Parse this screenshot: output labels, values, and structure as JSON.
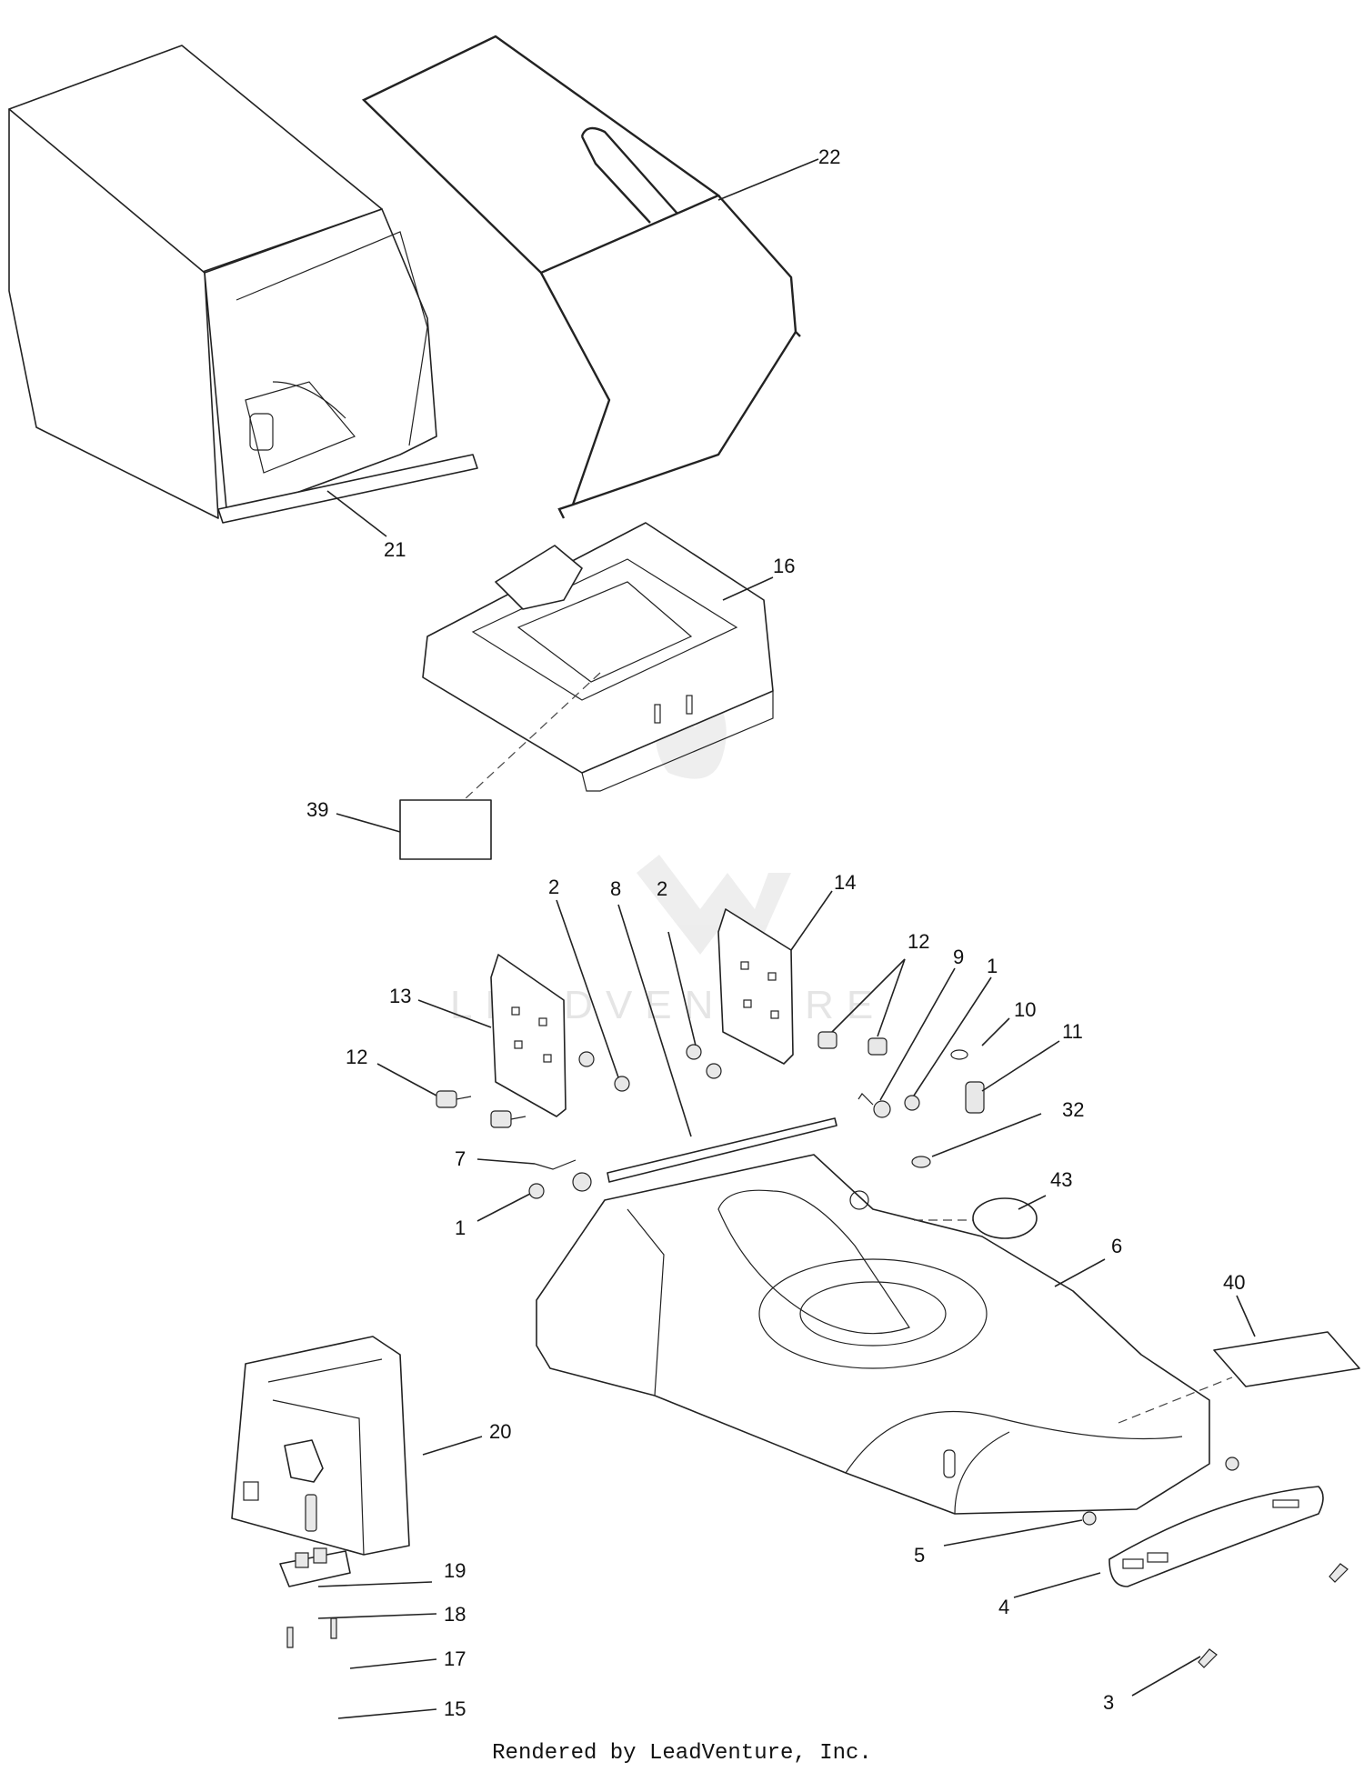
{
  "footer": "Rendered by LeadVenture, Inc.",
  "watermark": "LEADVENTURE",
  "callouts": [
    {
      "id": "c21",
      "label": "21"
    },
    {
      "id": "c22",
      "label": "22"
    },
    {
      "id": "c16",
      "label": "16"
    },
    {
      "id": "c39",
      "label": "39"
    },
    {
      "id": "c2a",
      "label": "2"
    },
    {
      "id": "c8",
      "label": "8"
    },
    {
      "id": "c2b",
      "label": "2"
    },
    {
      "id": "c14",
      "label": "14"
    },
    {
      "id": "c12a",
      "label": "12"
    },
    {
      "id": "c9",
      "label": "9"
    },
    {
      "id": "c1a",
      "label": "1"
    },
    {
      "id": "c13",
      "label": "13"
    },
    {
      "id": "c10",
      "label": "10"
    },
    {
      "id": "c11",
      "label": "11"
    },
    {
      "id": "c12b",
      "label": "12"
    },
    {
      "id": "c32",
      "label": "32"
    },
    {
      "id": "c7",
      "label": "7"
    },
    {
      "id": "c43",
      "label": "43"
    },
    {
      "id": "c1b",
      "label": "1"
    },
    {
      "id": "c6",
      "label": "6"
    },
    {
      "id": "c40",
      "label": "40"
    },
    {
      "id": "c20",
      "label": "20"
    },
    {
      "id": "c19",
      "label": "19"
    },
    {
      "id": "c5",
      "label": "5"
    },
    {
      "id": "c18",
      "label": "18"
    },
    {
      "id": "c4",
      "label": "4"
    },
    {
      "id": "c17",
      "label": "17"
    },
    {
      "id": "c3",
      "label": "3"
    },
    {
      "id": "c15",
      "label": "15"
    }
  ]
}
